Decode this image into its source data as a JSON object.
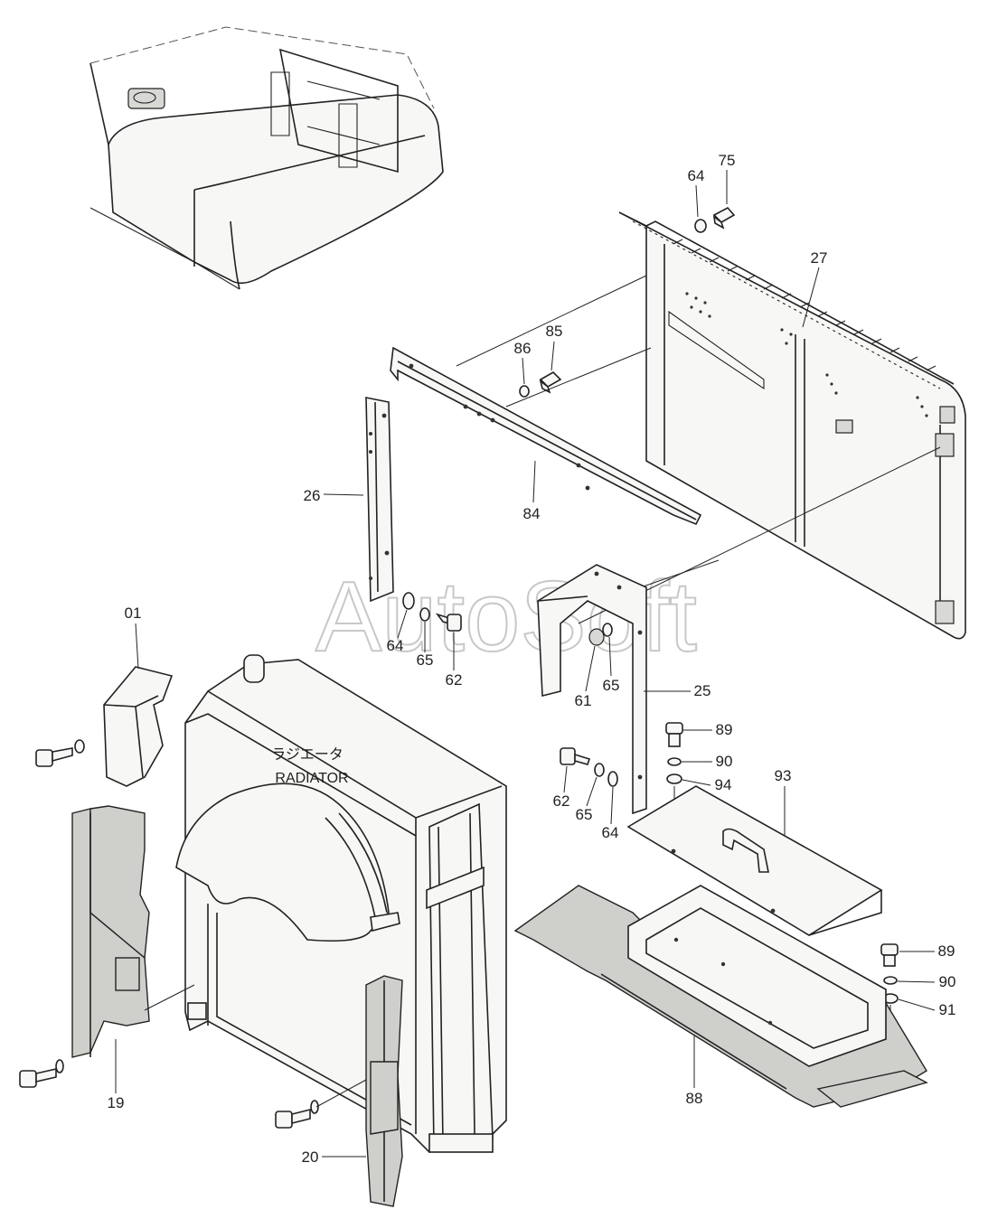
{
  "watermark": "AutoSoft",
  "radiator_label_jp": "ラジエータ",
  "radiator_label_en": "RADIATOR",
  "callouts": {
    "p75": "75",
    "p64a": "64",
    "p27": "27",
    "p85": "85",
    "p86": "86",
    "p26": "26",
    "p84": "84",
    "p01": "01",
    "p64b": "64",
    "p65a": "65",
    "p62a": "62",
    "p61": "61",
    "p65b": "65",
    "p25": "25",
    "p89a": "89",
    "p90a": "90",
    "p62b": "62",
    "p65c": "65",
    "p64c": "64",
    "p94": "94",
    "p93": "93",
    "p89b": "89",
    "p90b": "90",
    "p91": "91",
    "p88": "88",
    "p19": "19",
    "p20": "20"
  }
}
